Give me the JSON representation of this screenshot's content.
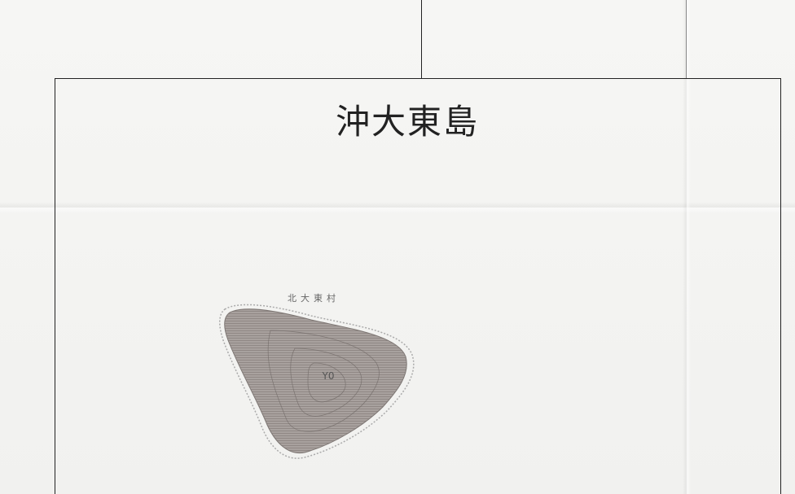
{
  "map": {
    "title": "沖大東島",
    "village_label": "北大東村",
    "unit_code": "Y0"
  },
  "colors": {
    "paper": "#f3f3f1",
    "frame_line": "#222222",
    "island_fill": "#9d9693"
  }
}
